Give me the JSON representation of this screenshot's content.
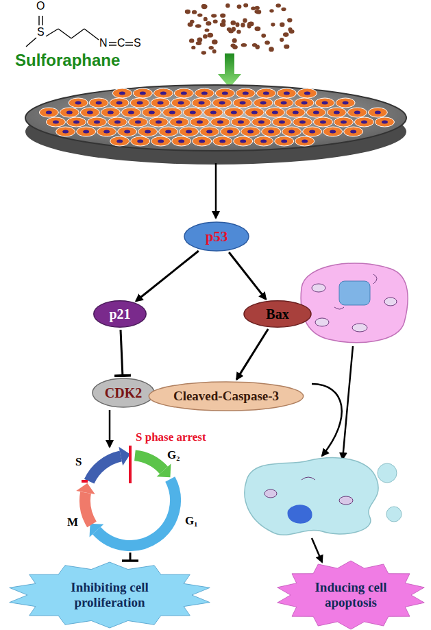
{
  "diagram": {
    "nodes": [
      {
        "text": [
          "p53"
        ]
      },
      {
        "text": [
          "p21"
        ]
      },
      {
        "text": [
          "Bax"
        ]
      },
      {
        "text": [
          "CDK2"
        ]
      },
      {
        "text": [
          "Cleaved-Caspase-3"
        ]
      },
      {
        "text": [
          "Inhibiting cell proliferation"
        ]
      },
      {
        "text": [
          "Inducing cell apoptosis"
        ]
      }
    ],
    "edges": [
      {
        "from": 0,
        "to": 1,
        "arrow": "to"
      },
      {
        "from": 0,
        "to": 2,
        "arrow": "to"
      },
      {
        "from": 1,
        "to": 3,
        "arrow": "to"
      },
      {
        "from": 2,
        "to": 4,
        "arrow": "to"
      }
    ],
    "labels": [
      "O",
      "S",
      "N",
      "C",
      "S",
      "Sulforaphane",
      "S phase arrest",
      "S",
      "G₂",
      "M",
      "G₁"
    ]
  }
}
